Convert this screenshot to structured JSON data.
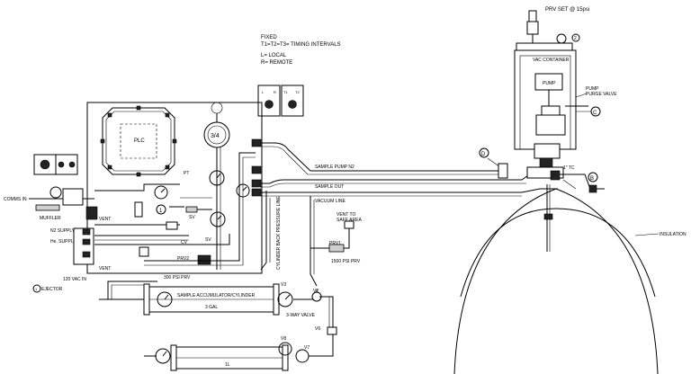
{
  "notes": {
    "fixed": "FIXED",
    "timing": "T1=T2=T3= TIMING INTERVALS",
    "local": "L= LOCAL",
    "remote": "R= REMOTE"
  },
  "prv_set": "PRV SET @ 15psi",
  "container": {
    "vac": "VAC CONTAINER",
    "pump": "PUMP",
    "purge_valve": "PUMP\nPURGE VALVE"
  },
  "callouts": {
    "two": "2",
    "c": "C",
    "d": "D",
    "b": "B",
    "one": "1",
    "one_tc": "1\" TC"
  },
  "labels": {
    "plc": "PLC",
    "dial": "3/4",
    "sample_pump_n2": "SAMPLE PUMP N2",
    "sample_out": "SAMPLE OUT",
    "vacuum_line": "VACUUM LINE",
    "cylinder_back": "CYLINDER BACK PRESSURE LINE",
    "comms_in": "COMMS IN",
    "muffler": "MUFFLER",
    "vent_1": "VENT",
    "vent_2": "VENT",
    "n2_supply": "N2 SUPPLY",
    "he_supply": "He. SUPPLY",
    "vac_120": "120 VAC IN",
    "ejector": "EJECTOR",
    "pt": "PT",
    "sv_1": "SV",
    "sv_2": "SV",
    "cv": "CV",
    "prv2": "PRV2",
    "prv_300": "300 PSI PRV",
    "prv1": "PRV1",
    "prv_1500": "1500 PSI PRV",
    "vent_safe": "VENT TO\nSAFE AREA",
    "accumulator": "SAMPLE ACCUMULATOR/CYLINDER",
    "three_gal": "3 GAL",
    "one_l": "1L",
    "v2": "V2",
    "v3": "V3",
    "v6": "V6",
    "v7": "V7",
    "v8": "V8",
    "three_way": "3-WAY VALVE",
    "insulation": "INSULATION",
    "sw_l": "L",
    "sw_r": "R",
    "sw_t1": "T1",
    "sw_t2": "T2"
  }
}
